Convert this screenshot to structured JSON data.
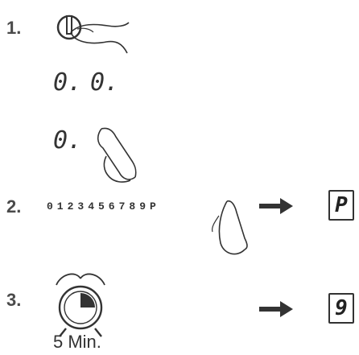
{
  "steps": [
    {
      "number": "1."
    },
    {
      "number": "2."
    },
    {
      "number": "3."
    }
  ],
  "displays": {
    "row1_left": "0.",
    "row1_right": "0.",
    "row2_left": "0."
  },
  "sequence": "0123456789P",
  "result_p": "P",
  "result_9": "9",
  "timer_label": "5 Min.",
  "icons": [
    "power-button-icon",
    "finger-press-icon",
    "arrow-right-icon",
    "alarm-clock-icon"
  ]
}
